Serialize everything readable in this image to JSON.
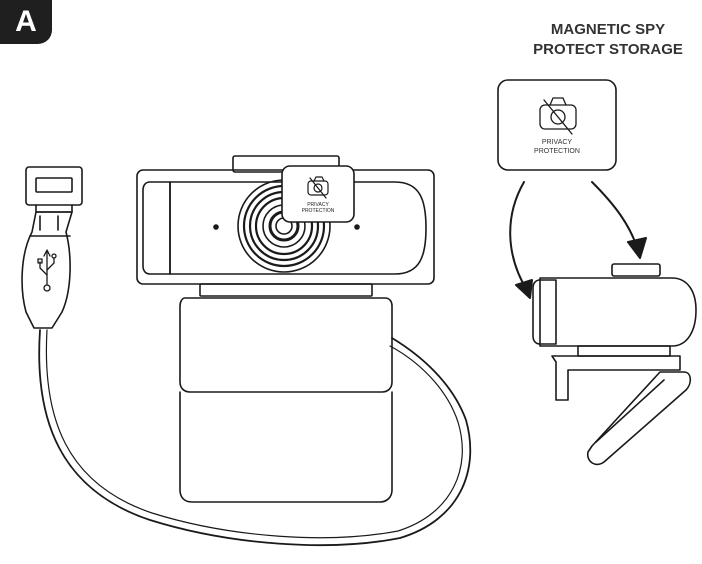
{
  "figure_label": "A",
  "storage_heading": {
    "line1": "MAGNETIC SPY",
    "line2": "PROTECT STORAGE"
  },
  "privacy_cover": {
    "line1": "PRIVACY",
    "line2": "PROTECTION",
    "icon": "camera-off-icon"
  },
  "colors": {
    "stroke": "#1a1a1a",
    "label_bg": "#1f1f1f",
    "heading": "#333333"
  }
}
